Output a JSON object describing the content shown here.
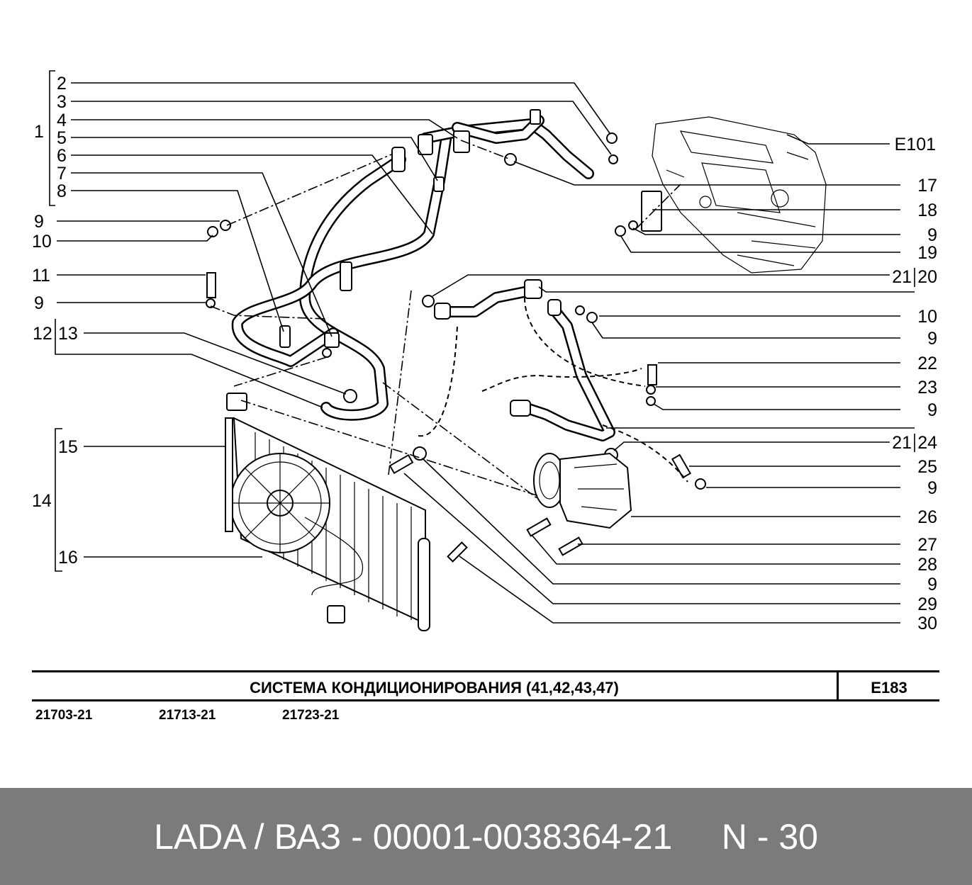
{
  "diagram": {
    "callouts_left": {
      "c2": "2",
      "c3": "3",
      "c4": "4",
      "c5": "5",
      "c6": "6",
      "c7": "7",
      "c8": "8",
      "c1": "1",
      "c9a": "9",
      "c10a": "10",
      "c11": "11",
      "c9b": "9",
      "c12": "12",
      "c13": "13",
      "c15": "15",
      "c14": "14",
      "c16": "16"
    },
    "callouts_right": {
      "e101": "E101",
      "c17": "17",
      "c18": "18",
      "c9c": "9",
      "c19": "19",
      "c21a": "21",
      "c20": "20",
      "c10b": "10",
      "c9d": "9",
      "c22": "22",
      "c23": "23",
      "c9e": "9",
      "c21b": "21",
      "c24": "24",
      "c25": "25",
      "c9f": "9",
      "c26": "26",
      "c27": "27",
      "c28": "28",
      "c9g": "9",
      "c29": "29",
      "c30": "30"
    }
  },
  "title_block": {
    "title": "СИСТЕМА  КОНДИЦИОНИРОВАНИЯ  (41,42,43,47)",
    "code": "E183",
    "models": [
      "21703-21",
      "21713-21",
      "21723-21"
    ]
  },
  "footer": {
    "text": "LADA / ВАЗ - 00001-0038364-21     N - 30"
  }
}
